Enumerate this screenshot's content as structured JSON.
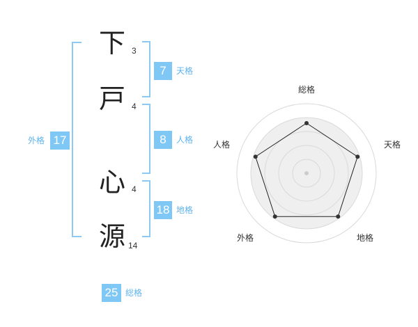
{
  "name": {
    "chars": [
      {
        "char": "下",
        "strokes": "3"
      },
      {
        "char": "戸",
        "strokes": "4"
      },
      {
        "char": "心",
        "strokes": "4"
      },
      {
        "char": "源",
        "strokes": "14"
      }
    ]
  },
  "fortunes": {
    "tenkaku": {
      "value": "7",
      "label": "天格"
    },
    "jinkaku": {
      "value": "8",
      "label": "人格"
    },
    "chikaku": {
      "value": "18",
      "label": "地格"
    },
    "gaikaku": {
      "value": "17",
      "label": "外格"
    },
    "soukaku": {
      "value": "25",
      "label": "総格"
    }
  },
  "radar": {
    "labels": {
      "top": "総格",
      "right": "天格",
      "bottom_right": "地格",
      "bottom_left": "外格",
      "left": "人格"
    },
    "levels": 4,
    "values_fraction": {
      "総格": 0.72,
      "天格": 0.77,
      "地格": 0.77,
      "外格": 0.77,
      "人格": 0.77
    }
  },
  "colors": {
    "accent": "#7fc7f5",
    "bracket": "#8ccaf4",
    "label": "#5fb4ec"
  }
}
